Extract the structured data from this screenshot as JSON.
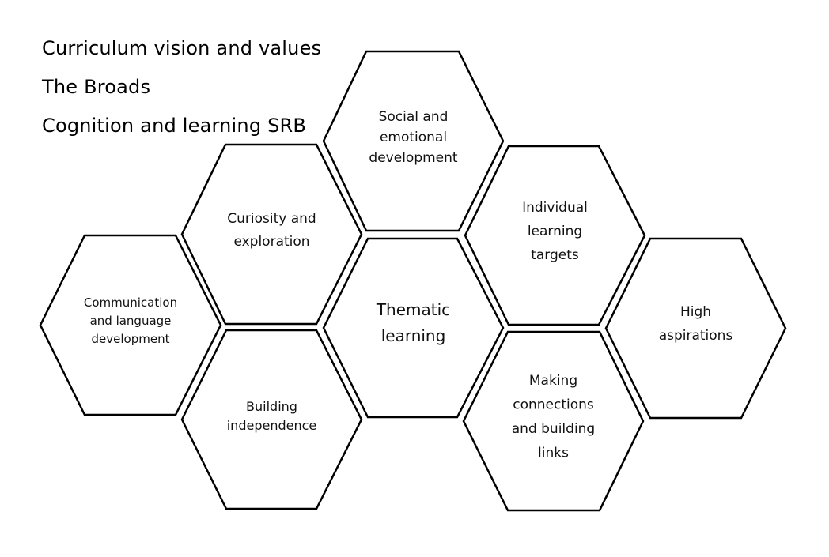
{
  "titles": [
    "Curriculum vision and values",
    "The Broads",
    "Cognition and learning SRB"
  ],
  "hexagons": [
    {
      "id": "social-emotional",
      "lines": [
        "Social and",
        "emotional",
        "development"
      ]
    },
    {
      "id": "curiosity",
      "lines": [
        "Curiosity and",
        "exploration"
      ]
    },
    {
      "id": "individual-targets",
      "lines": [
        "Individual",
        "learning",
        "targets"
      ]
    },
    {
      "id": "communication",
      "lines": [
        "Communication",
        "and language",
        "development"
      ]
    },
    {
      "id": "thematic",
      "lines": [
        "Thematic",
        "learning"
      ]
    },
    {
      "id": "high-aspirations",
      "lines": [
        "High",
        "aspirations"
      ]
    },
    {
      "id": "building-independence",
      "lines": [
        "Building",
        "independence"
      ]
    },
    {
      "id": "making-connections",
      "lines": [
        "Making",
        "connections",
        "and building",
        "links"
      ]
    }
  ]
}
